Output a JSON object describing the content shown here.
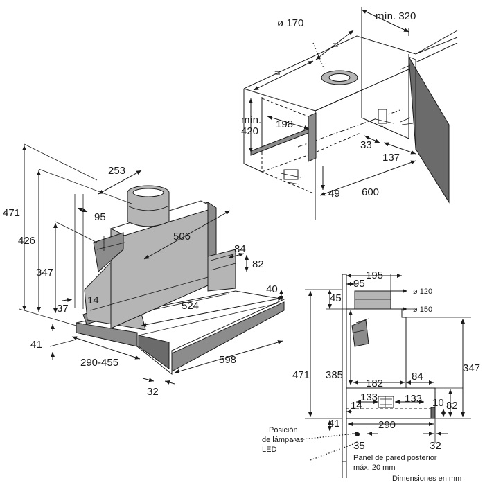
{
  "iso_view": {
    "dims": {
      "d471": "471",
      "d426": "426",
      "d347": "347",
      "d253": "253",
      "d95": "95",
      "d506": "506",
      "d84": "84",
      "d82": "82",
      "d40": "40",
      "d524": "524",
      "d37": "37",
      "d14": "14",
      "d41": "41",
      "d290_455": "290-455",
      "d598": "598",
      "d32": "32"
    }
  },
  "cabinet_view": {
    "dims": {
      "d170": "ø 170",
      "min320": "mín. 320",
      "eq1": "=",
      "eq2": "=",
      "min420_a": "mín.",
      "min420_b": "420",
      "d198": "198",
      "d33": "33",
      "d137": "137",
      "d49": "49",
      "d600": "600"
    }
  },
  "side_view": {
    "dims": {
      "d195": "195",
      "d95": "95",
      "d120": "ø 120",
      "d45": "45",
      "d150": "ø 150",
      "d471": "471",
      "d385": "385",
      "d347": "347",
      "d182": "182",
      "d84": "84",
      "d133a": "133",
      "d133b": "133",
      "d14": "14",
      "d10": "10",
      "d82": "82",
      "d41": "41",
      "d290": "290",
      "d35": "35",
      "d32": "32"
    },
    "notes": {
      "lamp_1": "Posición",
      "lamp_2": "de lámparas",
      "lamp_3": "LED",
      "panel_1": "Panel de pared posterior",
      "panel_2": "máx. 20 mm",
      "units": "Dimensiones en mm"
    }
  }
}
